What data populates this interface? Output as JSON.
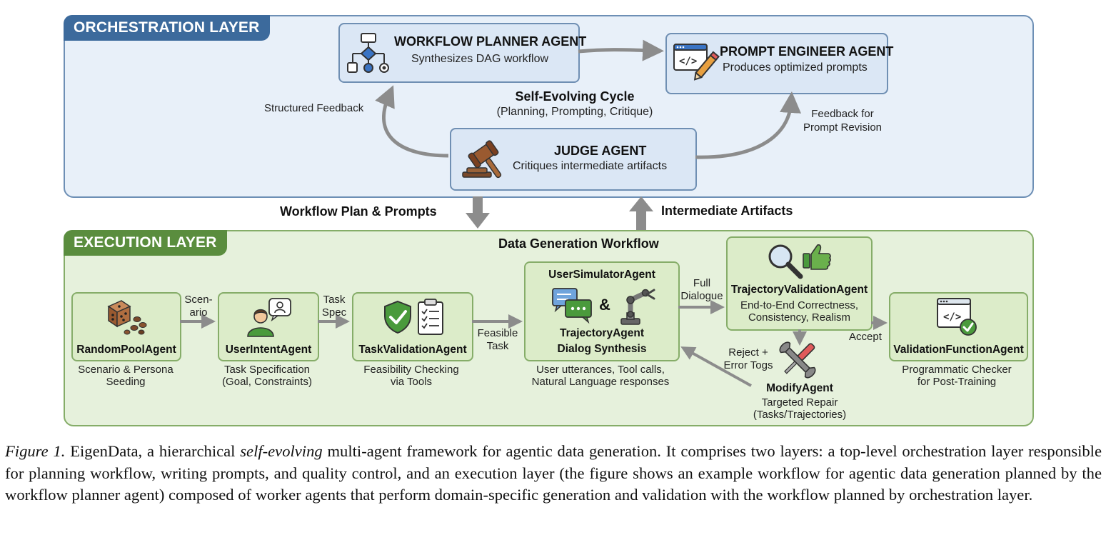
{
  "orchestration": {
    "label": "ORCHESTRATION LAYER",
    "planner": {
      "title": "WORKFLOW PLANNER AGENT",
      "subtitle": "Synthesizes DAG workflow"
    },
    "prompt_engineer": {
      "title": "PROMPT ENGINEER AGENT",
      "subtitle": "Produces optimized prompts"
    },
    "judge": {
      "title": "JUDGE AGENT",
      "subtitle": "Critiques intermediate artifacts"
    },
    "cycle": {
      "title": "Self-Evolving Cycle",
      "subtitle": "(Planning, Prompting, Critique)"
    },
    "structured_feedback": "Structured Feedback",
    "feedback_revision": [
      "Feedback for",
      "Prompt Revision"
    ]
  },
  "between": {
    "down_label": "Workflow Plan & Prompts",
    "up_label": "Intermediate Artifacts"
  },
  "execution": {
    "label": "EXECUTION LAYER",
    "workflow_title": "Data Generation Workflow",
    "random_pool": {
      "name": "RandomPoolAgent",
      "desc": [
        "Scenario & Persona",
        "Seeding"
      ]
    },
    "user_intent": {
      "name": "UserIntentAgent",
      "desc": [
        "Task Specification",
        "(Goal, Constraints)"
      ]
    },
    "task_validation": {
      "name": "TaskValidationAgent",
      "desc": [
        "Feasibility Checking",
        "via Tools"
      ]
    },
    "user_simulator": {
      "name": "UserSimulatorAgent",
      "amp": "&",
      "name2": "TrajectoryAgent",
      "name3": "Dialog Synthesis",
      "desc": [
        "User utterances, Tool calls,",
        "Natural Language responses"
      ]
    },
    "trajectory_validation": {
      "name": "TrajectoryValidationAgent",
      "desc": [
        "End-to-End Correctness,",
        "Consistency, Realism"
      ]
    },
    "validation_function": {
      "name": "ValidationFunctionAgent",
      "desc": [
        "Programmatic Checker",
        "for Post-Training"
      ]
    },
    "modify": {
      "name": "ModifyAgent",
      "desc": [
        "Targeted Repair",
        "(Tasks/Trajectories)"
      ]
    },
    "edges": {
      "scenario": [
        "Scen-",
        "ario"
      ],
      "task_spec": [
        "Task",
        "Spec"
      ],
      "feasible_task": [
        "Feasible",
        "Task"
      ],
      "full_dialogue": [
        "Full",
        "Dialogue"
      ],
      "accept": "Accept",
      "reject": [
        "Reject +",
        "Error Togs"
      ]
    }
  },
  "caption": {
    "label": "Figure 1.",
    "part1": " EigenData, a hierarchical ",
    "emph": "self-evolving",
    "part2": " multi-agent framework for agentic data generation. It comprises two layers: a top-level orchestration layer responsible for planning workflow, writing prompts, and quality control, and an execution layer (the figure shows an example workflow for agentic data generation planned by the workflow planner agent) composed of worker agents that perform domain-specific generation and validation with the workflow planned by orchestration layer."
  },
  "colors": {
    "orch_bg": "#e8f0f9",
    "orch_border": "#6d8fb5",
    "orch_tag": "#3c6a9c",
    "exec_bg": "#e6f1dc",
    "exec_border": "#85ad68",
    "exec_tag": "#5a8d3e",
    "arrow": "#8c8c8c"
  },
  "icons": [
    "flowchart-icon",
    "code-pen-icon",
    "gavel-icon",
    "dice-icon",
    "user-chat-icon",
    "shield-check-icon",
    "checklist-icon",
    "chat-bubbles-icon",
    "robot-arm-icon",
    "magnifier-icon",
    "thumbs-up-icon",
    "wrench-screwdriver-icon",
    "code-window-check-icon"
  ]
}
